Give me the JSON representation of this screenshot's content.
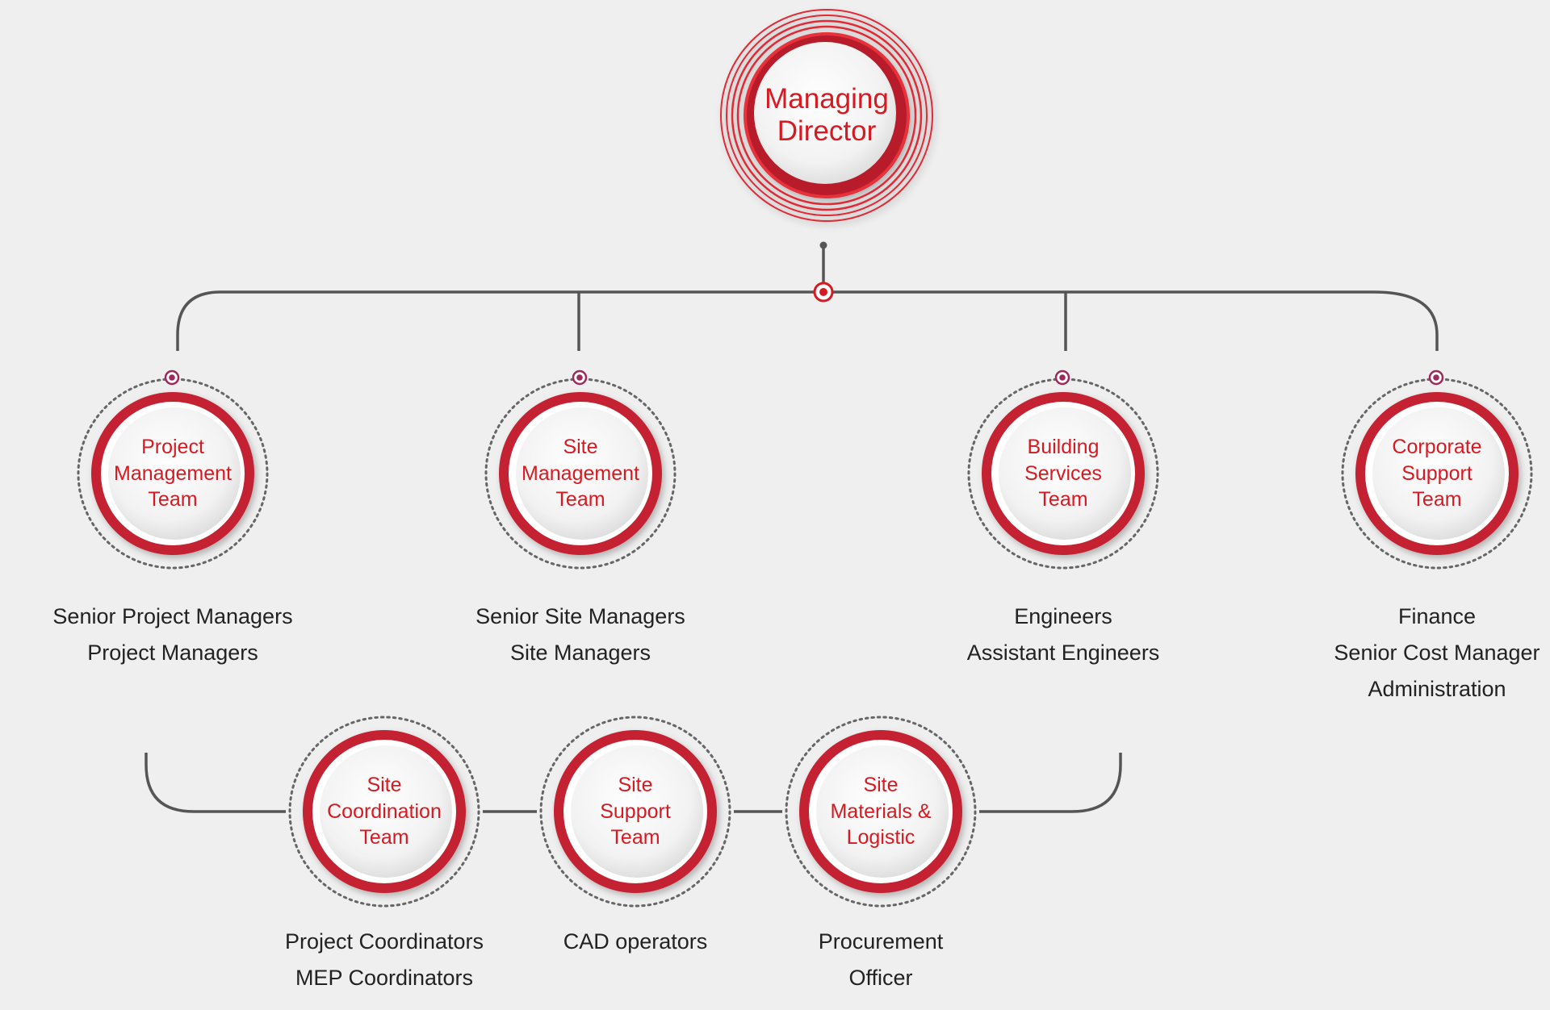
{
  "accent_color": "#d71a21",
  "ring_color": "#c42330",
  "line_color": "#555555",
  "director": {
    "title": "Managing\nDirector"
  },
  "teams": [
    {
      "title": "Project\nManagement\nTeam",
      "roles": "Senior Project Managers\nProject Managers"
    },
    {
      "title": "Site\nManagement\nTeam",
      "roles": "Senior Site Managers\nSite Managers"
    },
    {
      "title": "Building\nServices\nTeam",
      "roles": "Engineers\nAssistant Engineers"
    },
    {
      "title": "Corporate\nSupport\nTeam",
      "roles": "Finance\nSenior Cost Manager\nAdministration"
    },
    {
      "title": "Site\nCoordination\nTeam",
      "roles": "Project Coordinators\nMEP Coordinators"
    },
    {
      "title": "Site\nSupport\nTeam",
      "roles": "CAD operators"
    },
    {
      "title": "Site\nMaterials &\nLogistic",
      "roles": "Procurement\nOfficer"
    }
  ]
}
